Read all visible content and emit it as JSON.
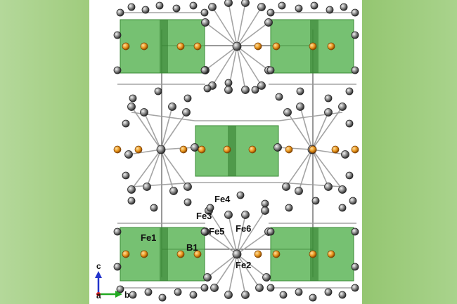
{
  "structure": {
    "atom_labels": {
      "fe1": "Fe1",
      "b1": "B1",
      "fe2": "Fe2",
      "fe3": "Fe3",
      "fe4": "Fe4",
      "fe5": "Fe5",
      "fe6": "Fe6"
    },
    "axes": {
      "a": "a",
      "b": "b",
      "c": "c"
    },
    "colors": {
      "prism_fill": "#4fb04a",
      "boron_atom": "#e8941a",
      "iron_atom": "#8a8a8a",
      "bond": "#9a9a9a",
      "axis_a": "#d22222",
      "axis_b": "#22aa22",
      "axis_c": "#2233cc"
    }
  }
}
